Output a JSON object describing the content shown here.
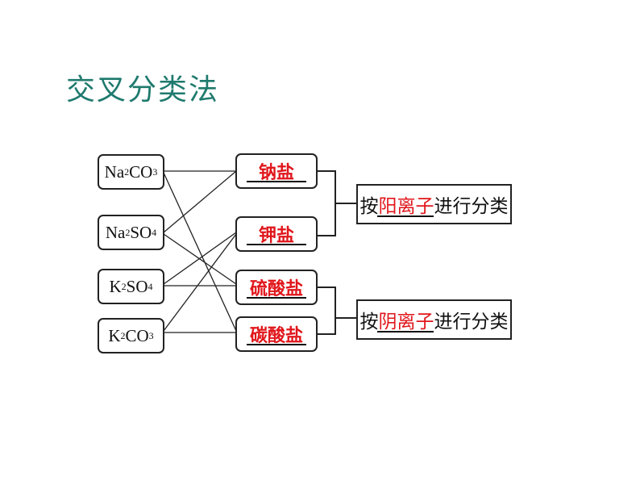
{
  "title": "交叉分类法",
  "compounds": [
    {
      "pre": "Na",
      "sub1": "2",
      "mid": "CO",
      "sub2": "3"
    },
    {
      "pre": "Na",
      "sub1": "2",
      "mid": "SO",
      "sub2": "4"
    },
    {
      "pre": "K",
      "sub1": "2",
      "mid": "SO",
      "sub2": "4"
    },
    {
      "pre": "K",
      "sub1": "2",
      "mid": "CO",
      "sub2": "3"
    }
  ],
  "categories": [
    "钠盐",
    "钾盐",
    "硫酸盐",
    "碳酸盐"
  ],
  "criteria": [
    {
      "prefix": "按",
      "highlight": "阳离子",
      "suffix": "进行分类"
    },
    {
      "prefix": "按",
      "highlight": "阴离子",
      "suffix": "进行分类"
    }
  ],
  "colors": {
    "title": "#1f7a6e",
    "highlight": "#e0161b"
  }
}
